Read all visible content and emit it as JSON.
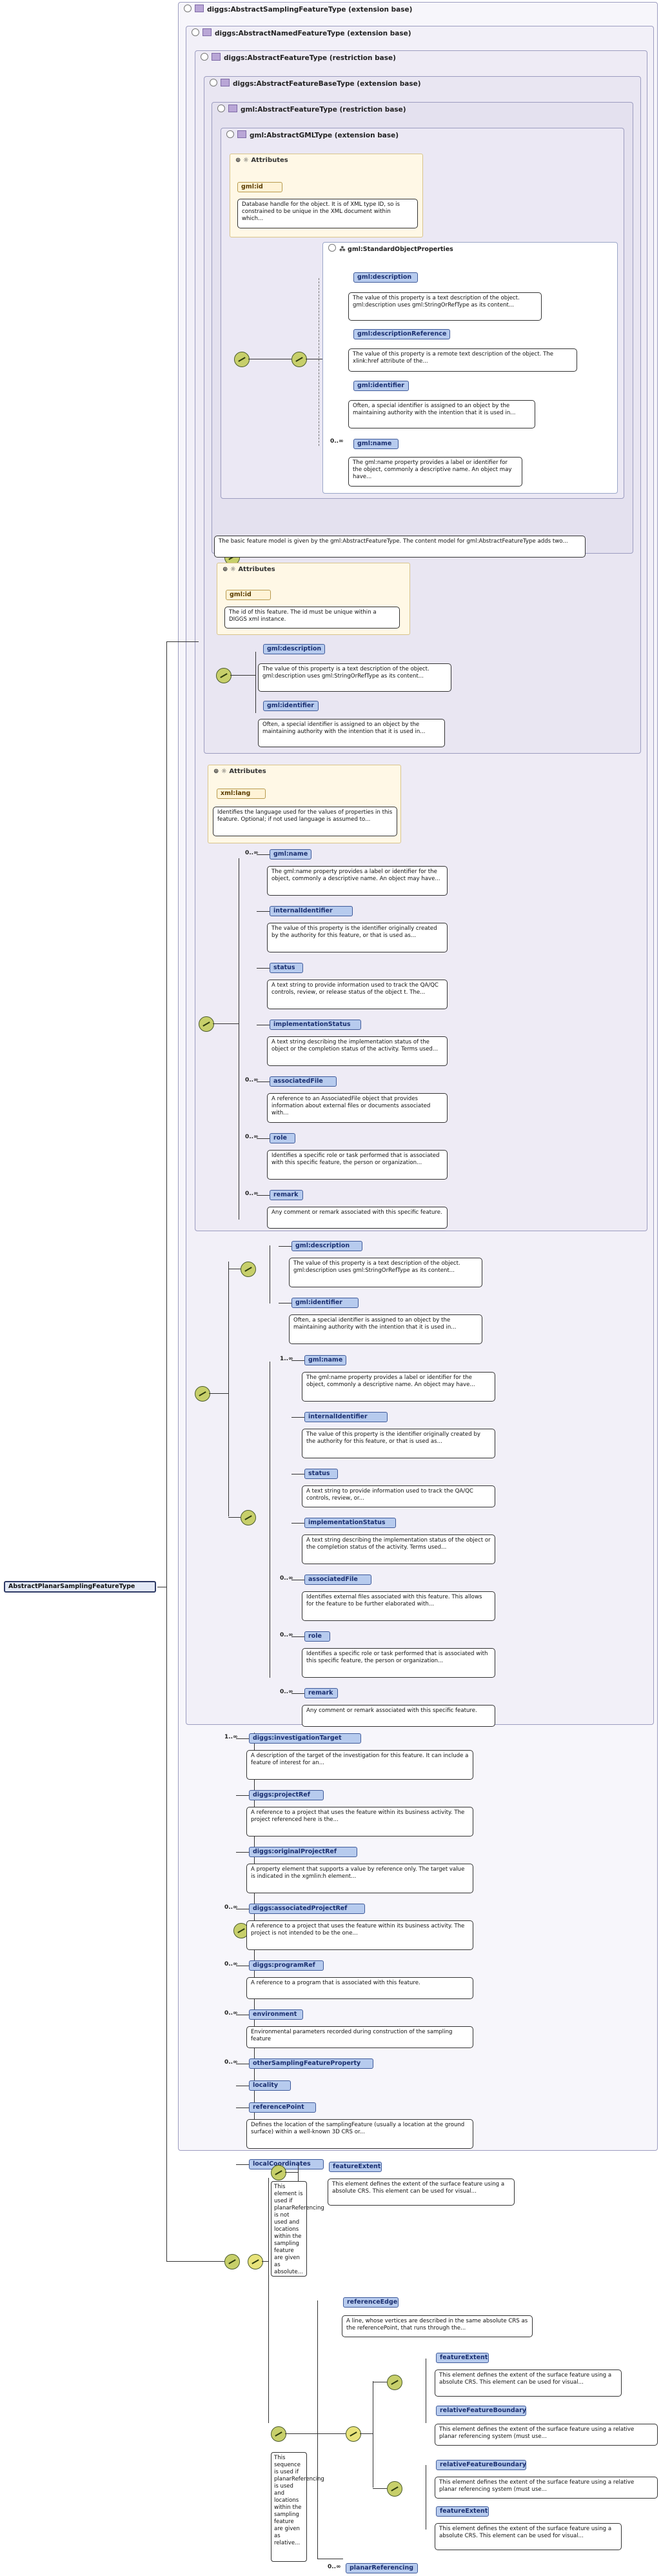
{
  "bases": [
    "diggs:AbstractSamplingFeatureType (extension base)",
    "diggs:AbstractNamedFeatureType (extension base)",
    "diggs:AbstractFeatureType (restriction base)",
    "diggs:AbstractFeatureBaseType (extension base)",
    "gml:AbstractFeatureType (restriction base)",
    "gml:AbstractGMLType (extension base)"
  ],
  "attributes_label": "Attributes",
  "gml_id": {
    "name": "gml:id",
    "desc": "Database handle for the object. It is of XML type ID, so is constrained to be unique in the XML document within which..."
  },
  "std_props": {
    "group": "gml:StandardObjectProperties",
    "items": [
      {
        "name": "gml:description",
        "desc": "The value of this property is a text description of the object. gml:description uses gml:StringOrRefType as its content..."
      },
      {
        "name": "gml:descriptionReference",
        "desc": "The value of this property is a remote text description of the object. The xlink:href attribute of the..."
      },
      {
        "name": "gml:identifier",
        "desc": "Often, a special identifier is assigned to an object by the maintaining authority with the intention that it is used in..."
      },
      {
        "name": "gml:name",
        "occ": "0..∞",
        "desc": "The gml:name property provides a label or identifier for the object, commonly a descriptive name. An object may have..."
      }
    ]
  },
  "base_desc": "The basic feature model is given by the gml:AbstractFeatureType. The content model for gml:AbstractFeatureType adds two...",
  "fb_id": {
    "name": "gml:id",
    "desc": "The id of this feature. The id must be unique within a DIGGS xml instance."
  },
  "fb_items": [
    {
      "name": "gml:description",
      "desc": "The value of this property is a text description of the object. gml:description uses gml:StringOrRefType as its content..."
    },
    {
      "name": "gml:identifier",
      "desc": "Often, a special identifier is assigned to an object by the maintaining authority with the intention that it is used in..."
    }
  ],
  "xml_lang": {
    "name": "xml:lang",
    "desc": "Identifies the language used for the values of properties in this feature. Optional; if not used language is assumed to..."
  },
  "named_items": [
    {
      "name": "gml:name",
      "occ": "0..∞",
      "desc": "The gml:name property provides a label or identifier for the object, commonly a descriptive name. An object may have..."
    },
    {
      "name": "internalIdentifier",
      "desc": "The value of this property is the identifier originally created by the authority for this feature, or that is used as..."
    },
    {
      "name": "status",
      "desc": "A text string to provide information used to track the QA/QC controls, review, or release status of the object t. The..."
    },
    {
      "name": "implementationStatus",
      "desc": "A text string describing the implementation status of the object or the completion status of the activity. Terms used..."
    },
    {
      "name": "associatedFile",
      "occ": "0..∞",
      "desc": "A reference to an AssociatedFile object that provides information about external files or documents associated with..."
    },
    {
      "name": "role",
      "occ": "0..∞",
      "desc": "Identifies a specific role or task performed that is associated with this specific feature, the person or organization..."
    },
    {
      "name": "remark",
      "occ": "0..∞",
      "desc": "Any comment or remark associated with this specific feature."
    }
  ],
  "s2_top": [
    {
      "name": "gml:description",
      "desc": "The value of this property is a text description of the object. gml:description uses gml:StringOrRefType as its content..."
    },
    {
      "name": "gml:identifier",
      "desc": "Often, a special identifier is assigned to an object by the maintaining authority with the intention that it is used in..."
    }
  ],
  "s2_bottom": [
    {
      "name": "gml:name",
      "occ": "1..∞",
      "desc": "The gml:name property provides a label or identifier for the object, commonly a descriptive name. An object may have..."
    },
    {
      "name": "internalIdentifier",
      "desc": "The value of this property is the identifier originally created by the authority for this feature, or that is used as..."
    },
    {
      "name": "status",
      "desc": "A text string to provide information used to track the QA/QC controls, review, or..."
    },
    {
      "name": "implementationStatus",
      "desc": "A text string describing the implementation status of the object or the completion status of the activity. Terms used..."
    },
    {
      "name": "associatedFile",
      "occ": "0..∞",
      "desc": "Identifies external files associated with this feature. This allows for the feature to be further elaborated with..."
    },
    {
      "name": "role",
      "occ": "0..∞",
      "desc": "Identifies a specific role or task performed that is associated with this specific feature, the person or organization..."
    },
    {
      "name": "remark",
      "occ": "0..∞",
      "desc": "Any comment or remark associated with this specific feature."
    }
  ],
  "main_type": "AbstractPlanarSamplingFeatureType",
  "sampling_items": [
    {
      "name": "diggs:investigationTarget",
      "occ": "1..∞",
      "desc": "A description of the target of the investigation for this feature. It can include a feature of interest for an..."
    },
    {
      "name": "diggs:projectRef",
      "desc": "A reference to a project that uses the feature within its business activity. The project referenced here is the..."
    },
    {
      "name": "diggs:originalProjectRef",
      "desc": "A property element that supports a value by reference only. The target value is indicated in the xgmlin:h element..."
    },
    {
      "name": "diggs:associatedProjectRef",
      "occ": "0..∞",
      "desc": "A reference to a project that uses the feature within its business activity. The project is not intended to be the one..."
    },
    {
      "name": "diggs:programRef",
      "occ": "0..∞",
      "desc": "A reference to a program that is associated with this feature."
    },
    {
      "name": "environment",
      "occ": "0..∞",
      "desc": "Environmental parameters recorded during construction of the sampling feature"
    },
    {
      "name": "otherSamplingFeatureProperty",
      "occ": "0..∞",
      "desc": ""
    },
    {
      "name": "locality",
      "desc": ""
    },
    {
      "name": "referencePoint",
      "desc": "Defines the location of the samplingFeature (usually a location at the ground surface) within a well-known 3D CRS or..."
    },
    {
      "name": "localCoordinates",
      "desc": ""
    }
  ],
  "planar": {
    "note1": "This element is used if planarReferencing is not used and locations within the sampling feature are given as absolute...",
    "featureExtent1": {
      "name": "featureExtent",
      "desc": "This element defines the extent of the surface feature using a absolute CRS. This element can be used for visual..."
    },
    "referenceEdge": {
      "name": "referenceEdge",
      "desc": "A line, whose vertices are described in the same absolute CRS as the referencePoint, that runs through the..."
    },
    "note2": "This sequence is used if planarReferencing is used and locations within the sampling feature are given as relative...",
    "fe2": {
      "name": "featureExtent",
      "desc": "This element defines the extent of the surface feature using a absolute CRS. This element can be used for visual..."
    },
    "rfb1": {
      "name": "relativeFeatureBoundary",
      "desc": "This element defines the extent of the surface feature using a relative planar referencing system (must use..."
    },
    "rfb2": {
      "name": "relativeFeatureBoundary",
      "desc": "This element defines the extent of the surface feature using a relative planar referencing system (must use..."
    },
    "fe3": {
      "name": "featureExtent",
      "desc": "This element defines the extent of the surface feature using a absolute CRS. This element can be used for visual..."
    },
    "planarReferencing": {
      "name": "planarReferencing",
      "occ": "0..∞"
    }
  }
}
